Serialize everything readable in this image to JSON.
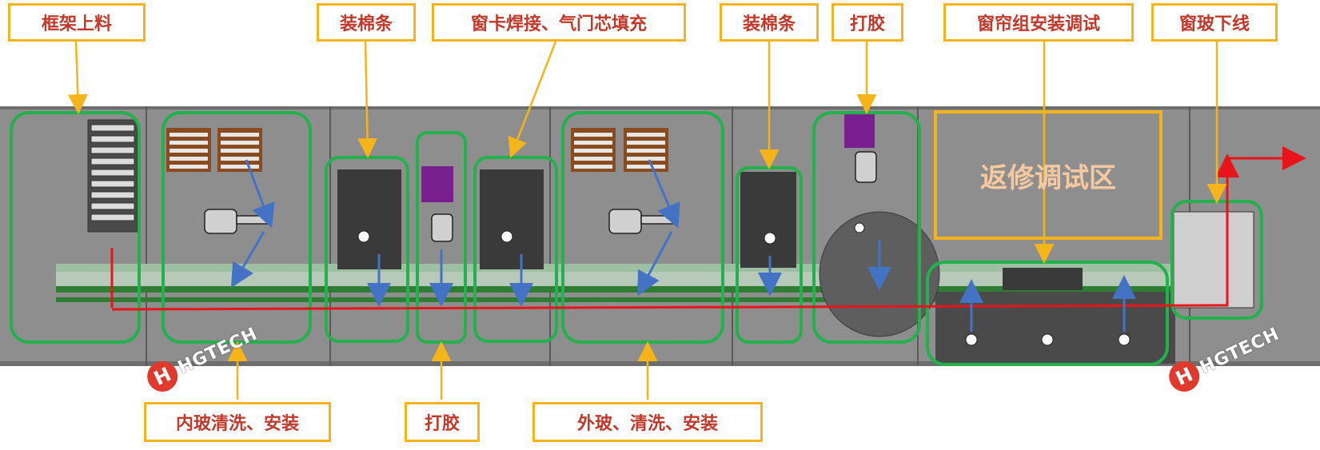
{
  "labels": {
    "frame_loading": "框架上料",
    "cotton_strip_1": "装棉条",
    "clip_welding": "窗卡焊接、气门芯填充",
    "cotton_strip_2": "装棉条",
    "gluing_top": "打胶",
    "curtain_install": "窗帘组安装调试",
    "window_offline": "窗玻下线",
    "inner_glass": "内玻清洗、安装",
    "gluing_bottom": "打胶",
    "outer_glass": "外玻、清洗、安装",
    "repair_zone": "返修调试区"
  },
  "logo": {
    "text": "HGTECH",
    "mark": "H"
  },
  "colors": {
    "callout_border": "#f5b41a",
    "callout_text": "#c0392b",
    "station_outline": "#22b14c",
    "flow_line": "#e8141b",
    "robot_arrow": "#4472c4",
    "repair_text": "#f6c9a0",
    "floor": "#8e8e8e",
    "conveyor": "#2e7d32",
    "gluing_unit": "#7a1f8f"
  },
  "icons": [
    "robot-arm-icon",
    "flow-arrow-icon",
    "logo-icon"
  ]
}
